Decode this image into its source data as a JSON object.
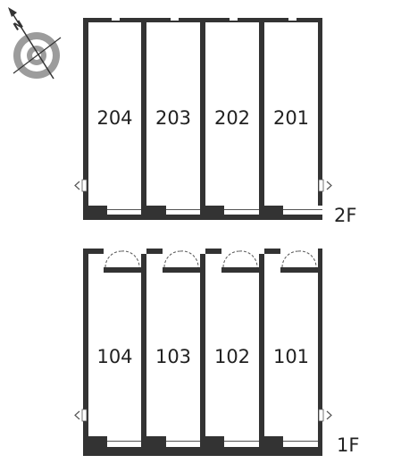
{
  "compass": {
    "north_label": "N"
  },
  "floors": [
    {
      "label": "2F",
      "units": [
        "204",
        "203",
        "202",
        "201"
      ]
    },
    {
      "label": "1F",
      "units": [
        "104",
        "103",
        "102",
        "101"
      ]
    }
  ]
}
